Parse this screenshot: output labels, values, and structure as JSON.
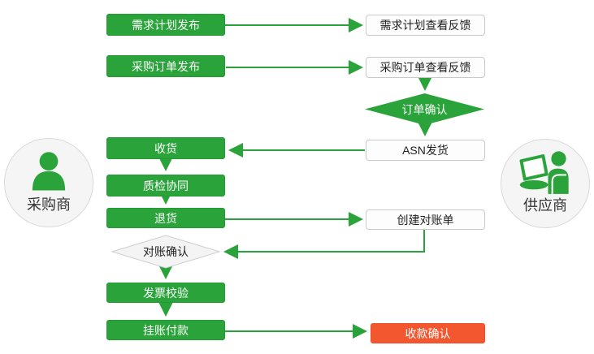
{
  "actors": {
    "buyer": {
      "label": "采购商",
      "icon": "user-icon"
    },
    "supplier": {
      "label": "供应商",
      "icon": "user-laptop-icon"
    }
  },
  "nodes": {
    "demand_plan_publish": {
      "label": "需求计划发布",
      "type": "process-green"
    },
    "demand_plan_feedback": {
      "label": "需求计划查看反馈",
      "type": "process-white"
    },
    "po_publish": {
      "label": "采购订单发布",
      "type": "process-green"
    },
    "po_feedback": {
      "label": "采购订单查看反馈",
      "type": "process-white"
    },
    "order_confirm": {
      "label": "订单确认",
      "type": "decision-green"
    },
    "asn_ship": {
      "label": "ASN发货",
      "type": "process-white"
    },
    "receive": {
      "label": "收货",
      "type": "process-green"
    },
    "quality_check": {
      "label": "质检协同",
      "type": "process-green"
    },
    "return_goods": {
      "label": "退货",
      "type": "process-green"
    },
    "create_statement": {
      "label": "创建对账单",
      "type": "process-white"
    },
    "reconcile_confirm": {
      "label": "对账确认",
      "type": "decision-gray"
    },
    "invoice_verify": {
      "label": "发票校验",
      "type": "process-green"
    },
    "payment": {
      "label": "挂账付款",
      "type": "process-green"
    },
    "receipt_confirm": {
      "label": "收款确认",
      "type": "process-red"
    }
  },
  "edges": [
    {
      "from": "demand_plan_publish",
      "to": "demand_plan_feedback"
    },
    {
      "from": "po_publish",
      "to": "po_feedback"
    },
    {
      "from": "po_feedback",
      "to": "order_confirm"
    },
    {
      "from": "order_confirm",
      "to": "asn_ship"
    },
    {
      "from": "asn_ship",
      "to": "receive"
    },
    {
      "from": "receive",
      "to": "quality_check"
    },
    {
      "from": "quality_check",
      "to": "return_goods"
    },
    {
      "from": "return_goods",
      "to": "create_statement"
    },
    {
      "from": "create_statement",
      "to": "reconcile_confirm"
    },
    {
      "from": "reconcile_confirm",
      "to": "invoice_verify"
    },
    {
      "from": "invoice_verify",
      "to": "payment"
    },
    {
      "from": "payment",
      "to": "receipt_confirm"
    }
  ],
  "colors": {
    "green": "#2aa43a",
    "red": "#f2572f",
    "white_box_border": "#c9c9c9",
    "gray_diamond_fill": "#f4f4f4",
    "gray_diamond_border": "#cfcfcf",
    "circle_fill": "#f5f5f5",
    "circle_border": "#d9d9d9",
    "text_dark": "#222222",
    "text_light": "#ffffff"
  }
}
